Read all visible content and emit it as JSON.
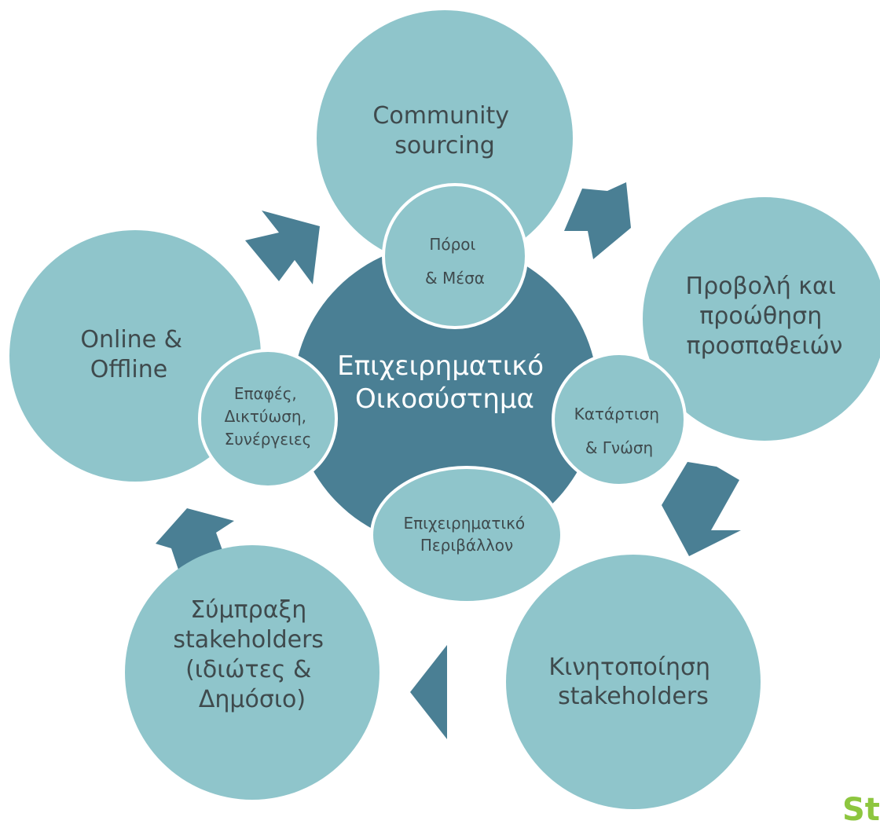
{
  "colors": {
    "outer_fill": "#8fc5cb",
    "center_fill": "#4a7f94",
    "arrow_fill": "#4a7f94",
    "inner_fill": "#8fc5cb",
    "inner_stroke": "#ffffff",
    "outer_text": "#3f4a4d",
    "center_text": "#ffffff",
    "logo": "#8dc63f"
  },
  "center": {
    "lines": [
      "Επιχειρηματικό",
      "Οικοσύστημα"
    ]
  },
  "outer_nodes": [
    {
      "id": "community-sourcing",
      "lines": [
        "Community",
        "sourcing"
      ]
    },
    {
      "id": "provoli",
      "lines": [
        "Προβολή και",
        "προώθηση",
        "προσπαθειών"
      ]
    },
    {
      "id": "kinitopoiisi",
      "lines": [
        "Κινητοποίηση",
        "stakeholders"
      ]
    },
    {
      "id": "sympraxi",
      "lines": [
        "Σύμπραξη",
        "stakeholders",
        "(ιδιώτες &",
        "Δημόσιο)"
      ]
    },
    {
      "id": "online-offline",
      "lines": [
        "Online &",
        "Offline"
      ]
    }
  ],
  "inner_nodes": [
    {
      "id": "poroi",
      "lines": [
        "Πόροι",
        "& Μέσα"
      ]
    },
    {
      "id": "katartisi",
      "lines": [
        "Κατάρτιση",
        "& Γνώση"
      ]
    },
    {
      "id": "perivallon",
      "lines": [
        "Επιχειρηματικό",
        "Περιβάλλον"
      ]
    },
    {
      "id": "epafes",
      "lines": [
        "Επαφές,",
        "Δικτύωση,",
        "Συνέργειες"
      ]
    }
  ],
  "arrows": [
    {
      "id": "arrow-online-to-community"
    },
    {
      "id": "arrow-community-to-provoli"
    },
    {
      "id": "arrow-provoli-to-kinitopoiisi"
    },
    {
      "id": "arrow-kinitopoiisi-to-sympraxi"
    },
    {
      "id": "arrow-sympraxi-to-online"
    }
  ],
  "logo": {
    "text": "St"
  }
}
